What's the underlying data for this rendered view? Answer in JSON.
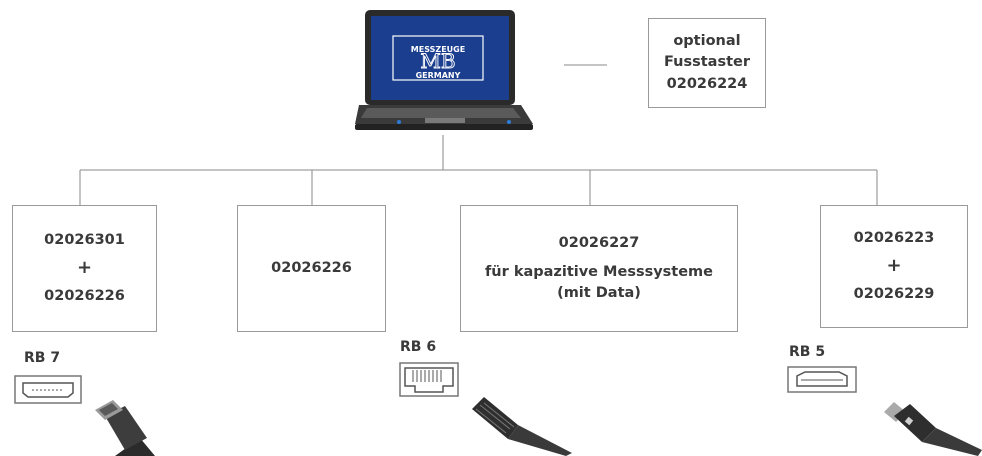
{
  "laptop": {
    "logo_top": "MESSZEUGE",
    "logo_mid": "MB",
    "logo_bottom": "GERMANY",
    "screen_color": "#1b3e8f"
  },
  "optional_box": {
    "line1": "optional",
    "line2": "Fusstaster",
    "line3": "02026224"
  },
  "boxes": [
    {
      "line1": "02026301",
      "plus": "+",
      "line2": "02026226"
    },
    {
      "line1": "02026226"
    },
    {
      "line1": "02026227",
      "line2": "für kapazitive Messsysteme",
      "line3": "(mit Data)"
    },
    {
      "line1": "02026223",
      "plus": "+",
      "line2": "02026229"
    }
  ],
  "ports": [
    {
      "label": "RB 7",
      "icon": "hdmi-port-icon"
    },
    {
      "label": "RB 6",
      "icon": "rj45-port-icon"
    },
    {
      "label": "RB 5",
      "icon": "usb-port-icon"
    }
  ],
  "colors": {
    "line": "#8a8a8a",
    "text": "#3a3a3a",
    "screen": "#1b3e8f"
  }
}
